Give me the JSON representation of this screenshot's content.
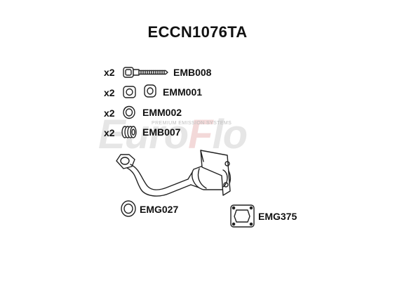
{
  "title": "ECCN1076TA",
  "watermark": {
    "brand_prefix": "Euro",
    "brand_letter": "F",
    "brand_suffix": "lo",
    "tagline": "PREMIUM EMISSION SYSTEMS"
  },
  "parts": [
    {
      "qty": "x2",
      "code": "EMB008"
    },
    {
      "qty": "x2",
      "code": "EMM001"
    },
    {
      "qty": "x2",
      "code": "EMM002"
    },
    {
      "qty": "x2",
      "code": "EMB007"
    },
    {
      "qty": "",
      "code": "EMG027"
    },
    {
      "qty": "",
      "code": "EMG375"
    }
  ],
  "colors": {
    "line": "#222222",
    "text": "#111111",
    "watermark": "#e6e6e6",
    "watermark_accent": "#f3d9d9"
  }
}
